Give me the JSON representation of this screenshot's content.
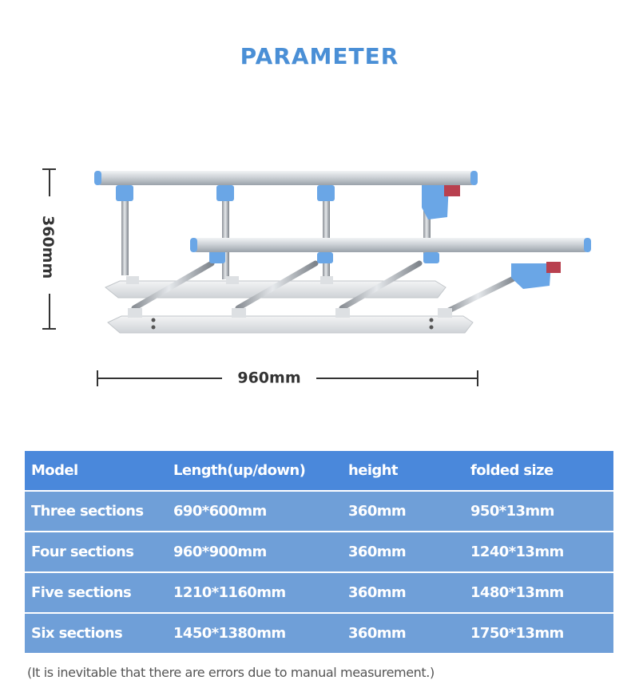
{
  "title": "PARAMETER",
  "dimensions": {
    "height": "360mm",
    "length": "960mm"
  },
  "table": {
    "headers": [
      "Model",
      "Length(up/down)",
      "height",
      "folded size"
    ],
    "rows": [
      [
        "Three sections",
        "690*600mm",
        "360mm",
        "950*13mm"
      ],
      [
        "Four sections",
        "960*900mm",
        "360mm",
        "1240*13mm"
      ],
      [
        "Five sections",
        "1210*1160mm",
        "360mm",
        "1480*13mm"
      ],
      [
        "Six sections",
        "1450*1380mm",
        "360mm",
        "1750*13mm"
      ]
    ]
  },
  "note": "(It is inevitable that there are errors due to manual measurement.)",
  "colors": {
    "title": "#4a8fd6",
    "header": "#4a88db",
    "row": "#6f9fd8",
    "connector": "#6aa6e6"
  }
}
